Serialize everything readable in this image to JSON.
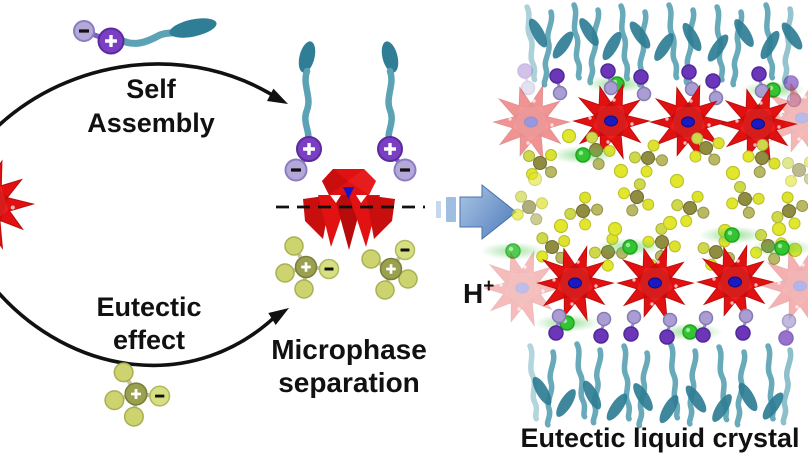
{
  "figure": {
    "cycle": {
      "self_assembly": [
        "Self",
        "Assembly"
      ],
      "eutectic_effect": [
        "Eutectic",
        "effect"
      ]
    },
    "microphase_label": [
      "Microphase",
      "separation"
    ],
    "proton": {
      "base": "H",
      "sup": "+"
    },
    "caption": "Eutectic liquid crystal",
    "charges": {
      "plus": "+",
      "minus": "−"
    }
  },
  "icons": {
    "plus-charge-icon": "+",
    "minus-charge-icon": "−",
    "self-assembly-arc-arrow-icon": "curved-arrow-right",
    "eutectic-effect-arc-arrow-icon": "curved-arrow-right",
    "transformation-arrow-icon": "block-arrow-right"
  },
  "colors": {
    "background": "#ffffff",
    "text": "#111111",
    "pom_red": "#e01111",
    "pom_core_blue": "#1a1ac0",
    "tail_teal": "#5ba3b4",
    "tail_dark_teal": "#2f7e95",
    "head_purple": "#7b3fc4",
    "counterion_lavender": "#b3a8d8",
    "des_yellow": "#cdd46f",
    "des_olive": "#9aa04e",
    "proton_green": "#33c433",
    "arrow_blue": "#6f9cd0"
  }
}
